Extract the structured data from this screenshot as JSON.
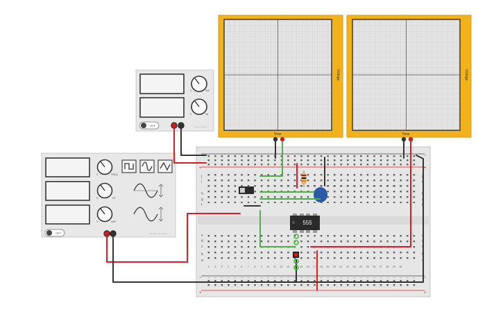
{
  "power_supply": {
    "off_label": "OFF",
    "brand": "Power Supply",
    "knob1_min": "0",
    "knob1_max": "30V",
    "knob2_min": "0",
    "knob2_max": "5A"
  },
  "function_generator": {
    "off_label": "OFF",
    "brand": "Function Generator",
    "knob_labels": [
      "FREQ",
      "DC",
      "AMP"
    ],
    "knob_min": [
      "0",
      "0",
      "0"
    ]
  },
  "oscilloscopes": [
    {
      "x_label": "Time",
      "y_label": "Voltage"
    },
    {
      "x_label": "Time",
      "y_label": "Voltage"
    }
  ],
  "breadboard": {
    "row_letters_top": [
      "j",
      "i",
      "h",
      "g",
      "f"
    ],
    "row_letters_bottom": [
      "e",
      "d",
      "c",
      "b",
      "a"
    ],
    "column_numbers": [
      "1",
      "2",
      "3",
      "4",
      "5",
      "6",
      "7",
      "8",
      "9",
      "10",
      "11",
      "12",
      "13",
      "14",
      "15",
      "16",
      "17",
      "18",
      "19",
      "20",
      "21",
      "22",
      "23",
      "24",
      "25",
      "26",
      "27",
      "28",
      "29",
      "30"
    ]
  },
  "chip": {
    "label": "555"
  },
  "colors": {
    "scope_frame": "#f2b21b",
    "wire_red": "#d42020",
    "wire_black": "#333333",
    "wire_green": "#45b43a",
    "capacitor": "#2b5aa6",
    "led": "#e01515"
  }
}
